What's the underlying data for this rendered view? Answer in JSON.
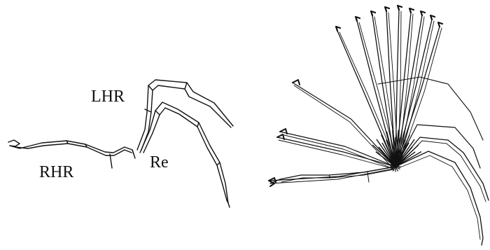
{
  "labels": {
    "lhr": "LHR",
    "rhr": "RHR",
    "re": "Re"
  },
  "colors": {
    "stroke": "#111111",
    "background": "#ffffff"
  }
}
